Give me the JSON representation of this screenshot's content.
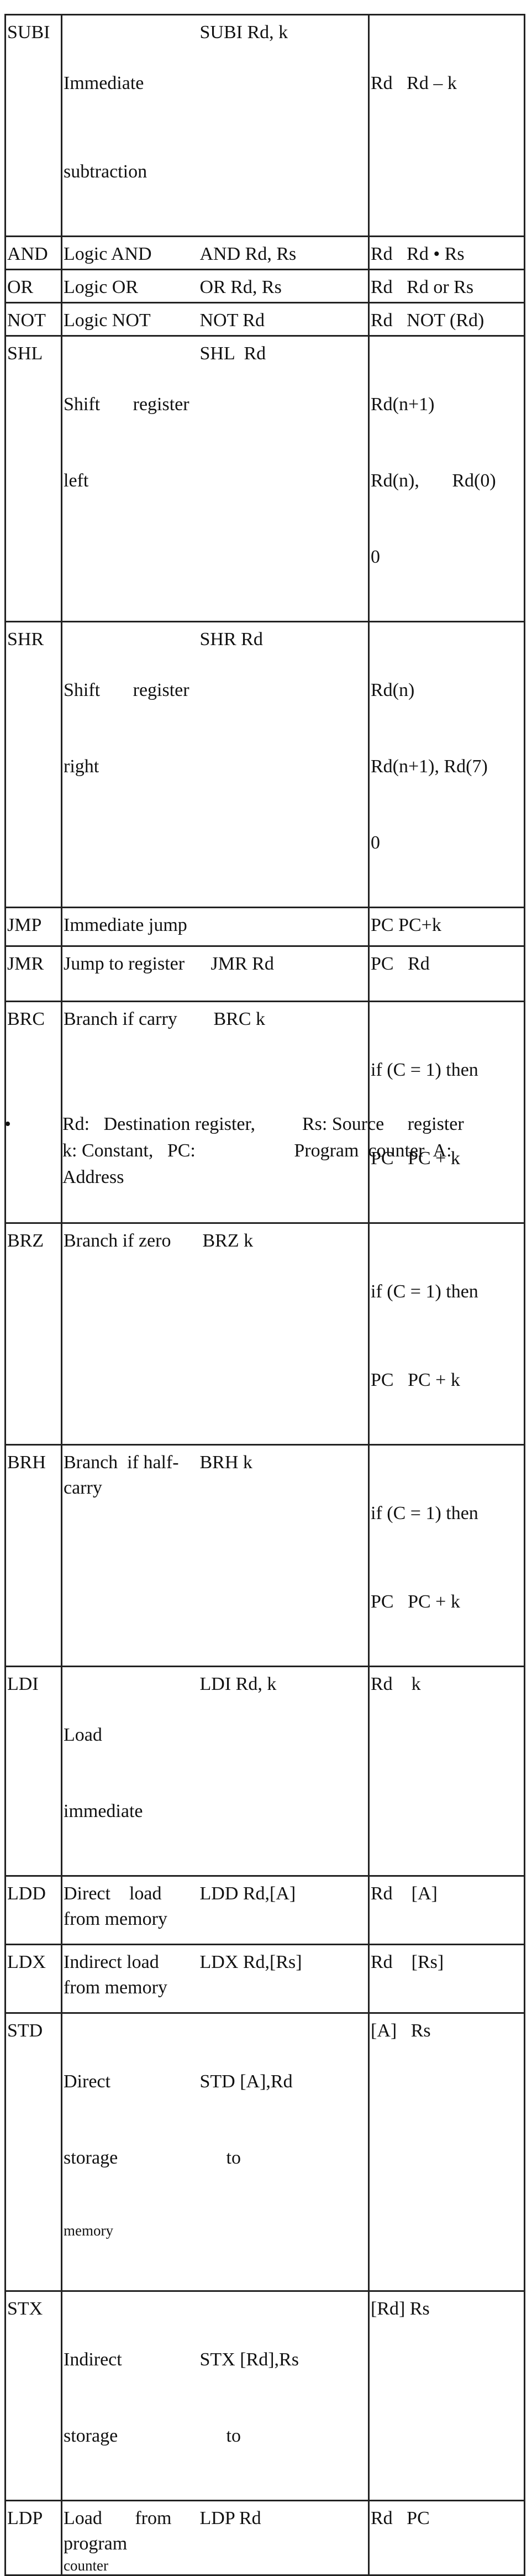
{
  "rows": [
    {
      "mnemonic": "SUBI",
      "desc": [
        "Immediate",
        "subtraction"
      ],
      "syntax": "SUBI Rd, k",
      "op": [
        "Rd   Rd – k"
      ]
    },
    {
      "mnemonic": "AND",
      "desc": [
        "Logic AND"
      ],
      "syntax": "AND Rd, Rs",
      "op": [
        "Rd   Rd • Rs"
      ]
    },
    {
      "mnemonic": "OR",
      "desc": [
        "Logic OR"
      ],
      "syntax": "OR Rd, Rs",
      "op": [
        "Rd   Rd or Rs"
      ]
    },
    {
      "mnemonic": "NOT",
      "desc": [
        "Logic NOT"
      ],
      "syntax": "NOT Rd",
      "op": [
        "Rd   NOT (Rd)"
      ]
    },
    {
      "mnemonic": "SHL",
      "desc": [
        "Shift       register",
        "left"
      ],
      "syntax": "SHL  Rd",
      "op": [
        "Rd(n+1)",
        "Rd(n),       Rd(0)",
        "0"
      ]
    },
    {
      "mnemonic": "SHR",
      "desc": [
        "Shift       register",
        "right"
      ],
      "syntax": "SHR Rd",
      "op": [
        "Rd(n)",
        "Rd(n+1), Rd(7)",
        "0"
      ]
    },
    {
      "mnemonic": "JMP",
      "desc": [
        "Immediate jump"
      ],
      "syntax": "",
      "op": [
        "PC PC+k"
      ]
    },
    {
      "mnemonic": "JMR",
      "desc": [
        "Jump to register"
      ],
      "syntax": "JMR Rd",
      "op": [
        "PC   Rd"
      ]
    },
    {
      "mnemonic": "BRC",
      "desc": [
        "Branch if carry"
      ],
      "syntax": "BRC k",
      "op": [
        "if (C = 1) then",
        "PC   PC + k"
      ]
    },
    {
      "mnemonic": "BRZ",
      "desc": [
        "Branch if zero"
      ],
      "syntax": "BRZ k",
      "op": [
        "if (C = 1) then",
        "PC   PC + k"
      ]
    },
    {
      "mnemonic": "BRH",
      "desc": [
        "Branch  if half-",
        "carry"
      ],
      "syntax": "BRH k",
      "op": [
        "if (C = 1) then",
        "PC   PC + k"
      ]
    },
    {
      "mnemonic": "LDI",
      "desc": [
        "Load",
        "immediate"
      ],
      "syntax": "LDI Rd, k",
      "op": [
        "Rd    k"
      ]
    },
    {
      "mnemonic": "LDD",
      "desc": [
        "Direct    load",
        "from memory"
      ],
      "syntax": "LDD Rd,[A]",
      "op": [
        "Rd    [A]"
      ]
    },
    {
      "mnemonic": "LDX",
      "desc": [
        "Indirect load",
        "from memory"
      ],
      "syntax": "LDX Rd,[Rs]",
      "op": [
        "Rd    [Rs]"
      ]
    },
    {
      "mnemonic": "STD",
      "desc": [
        "Direct",
        "storage",
        "memory"
      ],
      "syntax": "STD [A],Rd",
      "syntax2": "to",
      "op": [
        "[A]   Rs"
      ]
    },
    {
      "mnemonic": "STX",
      "desc": [
        "Indirect",
        "storage"
      ],
      "syntax": "STX [Rd],Rs",
      "syntax2": "to",
      "op": [
        "[Rd] Rs"
      ]
    },
    {
      "mnemonic": "LDP",
      "desc": [
        "Load       from",
        "program",
        "counter"
      ],
      "syntax": "LDP Rd",
      "op": [
        "Rd   PC"
      ]
    }
  ],
  "notes": {
    "bullet": "•",
    "lines": [
      "Rd:   Destination register,          Rs: Source     register",
      "k: Constant,   PC:                     Program  counter  A:",
      "Address"
    ]
  }
}
